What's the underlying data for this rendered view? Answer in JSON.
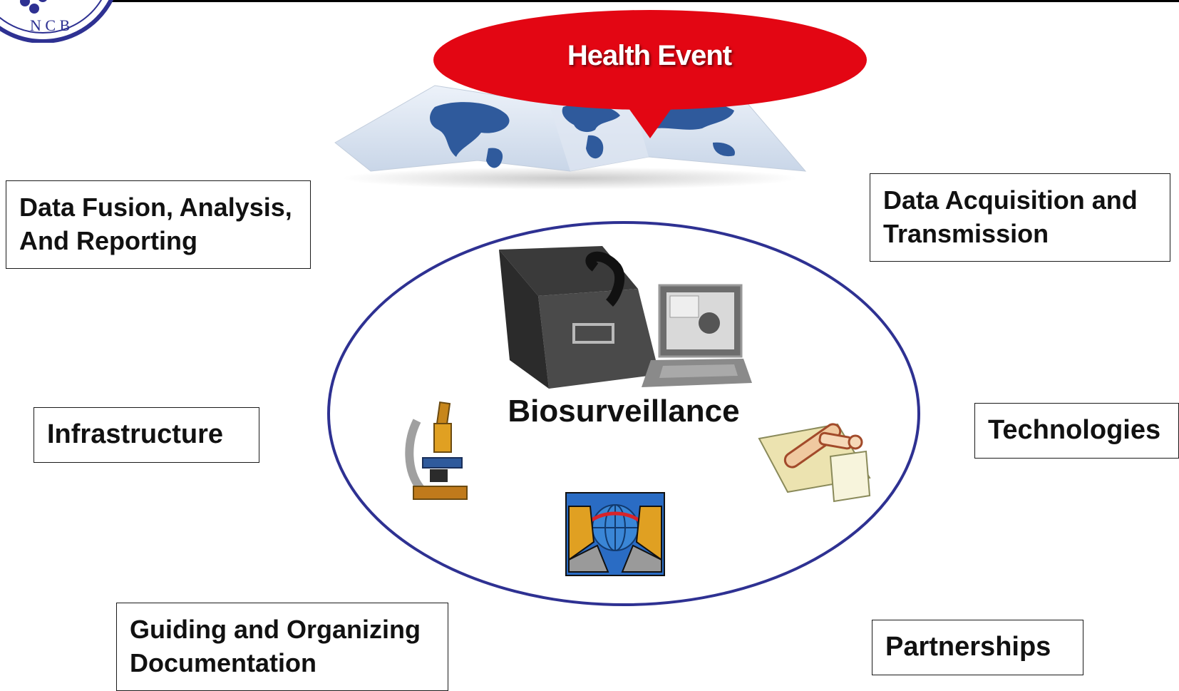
{
  "health_event": {
    "label": "Health Event"
  },
  "center": {
    "title": "Biosurveillance"
  },
  "boxes": {
    "data_fusion": {
      "line1": "Data Fusion, Analysis,",
      "line2": "And Reporting"
    },
    "data_acquisition": {
      "line1": "Data Acquisition and",
      "line2": "Transmission"
    },
    "infrastructure": {
      "label": "Infrastructure"
    },
    "technologies": {
      "label": "Technologies"
    },
    "guiding": {
      "line1": "Guiding and Organizing",
      "line2": "Documentation"
    },
    "partnerships": {
      "label": "Partnerships"
    }
  },
  "logo": {
    "text": "N C B"
  },
  "icons": {
    "map": "world-map-icon",
    "toolkit": "field-kit-laptop-icon",
    "microscope": "microscope-icon",
    "test_tube": "test-tube-icon",
    "network": "network-computers-icon"
  },
  "colors": {
    "ellipse": "#2e3192",
    "health_event": "#e30613",
    "box_border": "#1a1a1a"
  }
}
